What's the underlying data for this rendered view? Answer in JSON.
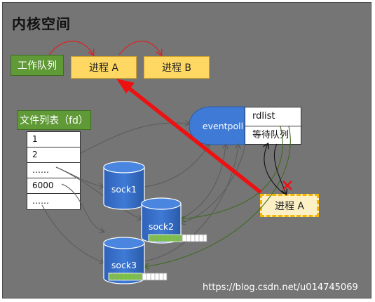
{
  "title": "内核空间",
  "work_queue": "工作队列",
  "process_a": "进程 A",
  "process_b": "进程 B",
  "fd_list_title": "文件列表（fd）",
  "fd_rows": [
    "1",
    "2",
    "……",
    "6000",
    "……"
  ],
  "eventpoll": {
    "label": "eventpoll",
    "rdlist": "rdlist",
    "wait_queue": "等待队列"
  },
  "sockets": [
    "sock1",
    "sock2",
    "sock3"
  ],
  "waiting_process": "进程 A",
  "watermark": "https://blog.csdn.net/u014745069",
  "colors": {
    "panel": "#757575",
    "green_box": "#5f9a36",
    "yellow_box": "#ffd864",
    "dashed_border": "#f4b400",
    "cylinder": "#2e6bc7",
    "red_arrow": "#ee1111",
    "buffer_fill": "#7cc04a"
  }
}
